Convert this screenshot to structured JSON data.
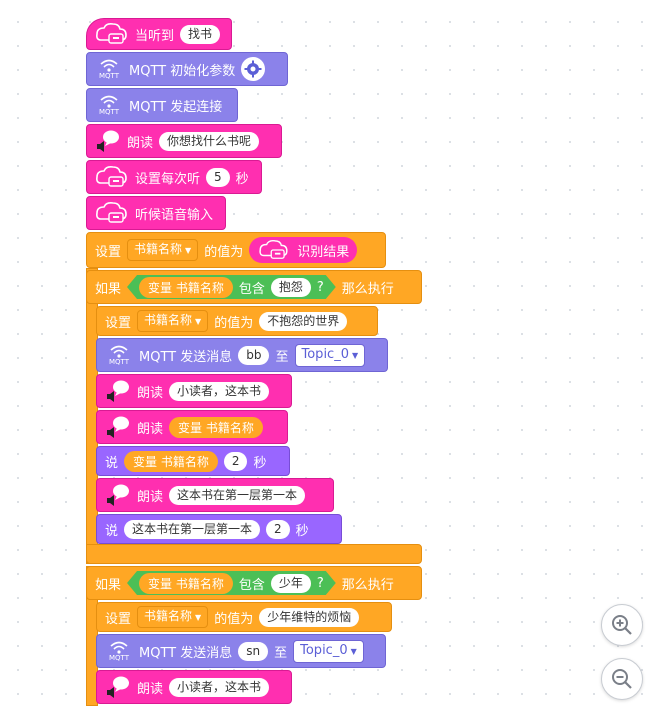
{
  "blocks": {
    "hat_label": "当听到",
    "hat_value": "找书",
    "mqtt_init_label": "MQTT 初始化参数",
    "mqtt_connect_label": "MQTT 发起连接",
    "speak_label": "朗读",
    "speak1_text": "你想找什么书呢",
    "listen_label": "设置每次听",
    "listen_value": "5",
    "listen_unit": "秒",
    "wait_voice_label": "听候语音输入",
    "set_label": "设置",
    "var_name": "书籍名称",
    "value_of_label": "的值为",
    "recognize_label": "识别结果",
    "if_label": "如果",
    "var_prefix": "变量 书籍名称",
    "contains_label": "包含",
    "contains1_value": "抱怨",
    "question_mark": "?",
    "then_label": "那么执行",
    "set1_value": "不抱怨的世界",
    "mqtt_send_label": "MQTT 发送消息",
    "mqtt_send1_msg": "bb",
    "to_label": "至",
    "topic_label": "Topic_0",
    "speak2_text": "小读者，这本书",
    "say_label": "说",
    "say_seconds": "2",
    "say_unit": "秒",
    "speak4_text": "这本书在第一层第一本",
    "say2_text": "这本书在第一层第一本",
    "contains2_value": "少年",
    "set2_value": "少年维特的烦恼",
    "mqtt_send2_msg": "sn",
    "mqtt_icon_text": "MQTT"
  },
  "icons": {
    "hat": "cloud-chat-icon",
    "mqtt": "wifi-icon",
    "speak": "speaker-bubble-icon",
    "settings": "gear-icon",
    "zoom_in": "zoom-in-icon",
    "zoom_out": "zoom-out-icon"
  },
  "colors": {
    "pink": "#ff2fb0",
    "purple": "#8b82ea",
    "orange": "#ffa724",
    "violet": "#9966ff",
    "green": "#4cbf56"
  }
}
